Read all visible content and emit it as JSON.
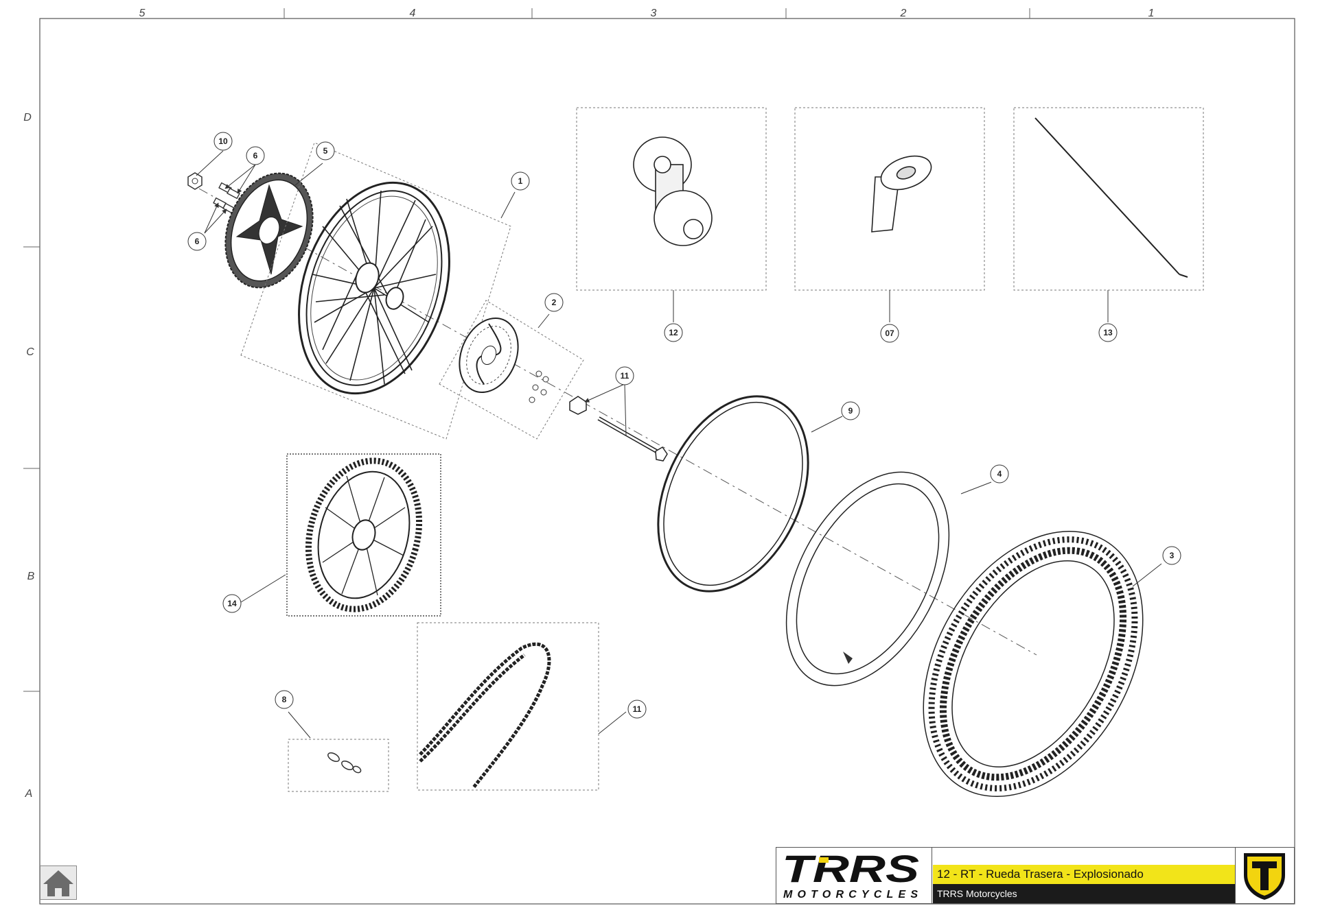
{
  "sheet": {
    "column_labels": [
      "5",
      "4",
      "3",
      "2",
      "1"
    ],
    "row_labels": [
      "D",
      "C",
      "B",
      "A"
    ]
  },
  "callouts": [
    "1",
    "2",
    "3",
    "4",
    "5",
    "6",
    "6",
    "07",
    "8",
    "9",
    "10",
    "11",
    "11",
    "12",
    "13",
    "14"
  ],
  "title_block": {
    "logo_text": "TRRS",
    "logo_subtext": "MOTORCYCLES",
    "drawing_title": "12 - RT - Rueda Trasera - Explosionado",
    "company": "TRRS Motorcycles"
  },
  "colors": {
    "title_bar": "#f2e419",
    "company_bar": "#1b1b1b",
    "emblem_yellow": "#f2d40f"
  },
  "icons": {
    "home": "home-icon"
  }
}
